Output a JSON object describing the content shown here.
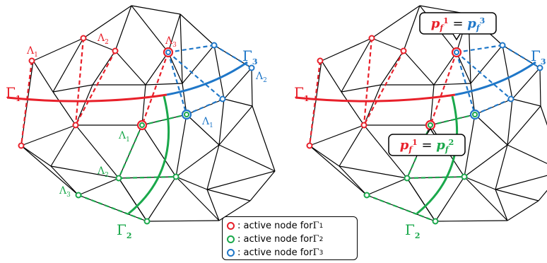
{
  "colors": {
    "red": "#e8202a",
    "green": "#1aa84b",
    "blue": "#1f77c8",
    "edge": "#000000"
  },
  "labels": {
    "lambda": "Λ",
    "gamma": "Γ",
    "p_text": "p",
    "f_sub": "f"
  },
  "left": {
    "gamma_labels": [
      {
        "sub": "1",
        "color": "red"
      },
      {
        "sub": "3",
        "color": "blue"
      },
      {
        "sub": "2",
        "color": "green"
      }
    ],
    "lambda_labels": [
      {
        "sub": "1",
        "color": "red"
      },
      {
        "sub": "2",
        "color": "red"
      },
      {
        "sub": "3",
        "color": "red"
      },
      {
        "sub": "2",
        "color": "blue"
      },
      {
        "sub": "1",
        "color": "blue"
      },
      {
        "sub": "1",
        "color": "green"
      },
      {
        "sub": "2",
        "color": "green"
      },
      {
        "sub": "3",
        "color": "green"
      }
    ]
  },
  "right": {
    "gamma_labels": [
      {
        "sub": "1",
        "color": "red"
      },
      {
        "sub": "3",
        "color": "blue"
      },
      {
        "sub": "2",
        "color": "green"
      }
    ],
    "callouts": [
      {
        "left_sup": "1",
        "right_sup": "3",
        "left_color": "red",
        "right_color": "blue"
      },
      {
        "left_sup": "1",
        "right_sup": "2",
        "left_color": "red",
        "right_color": "green"
      }
    ]
  },
  "legend": {
    "items": [
      {
        "color": "red",
        "text": ": active node for ",
        "gamma_sub": "1"
      },
      {
        "color": "green",
        "text": ": active node for ",
        "gamma_sub": "2"
      },
      {
        "color": "blue",
        "text": ": active node for ",
        "gamma_sub": "3"
      }
    ]
  }
}
